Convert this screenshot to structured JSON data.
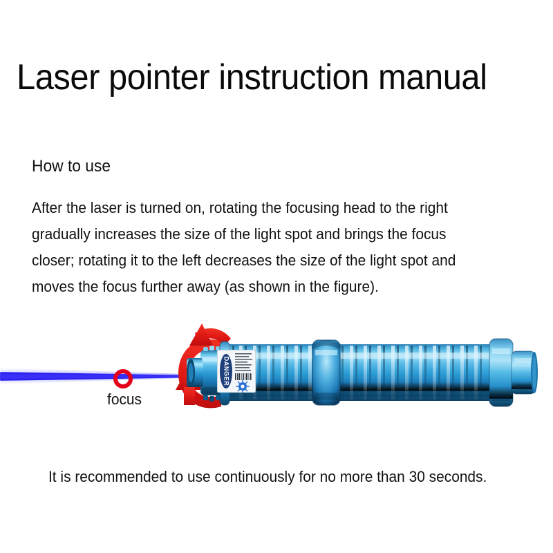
{
  "document": {
    "title": "Laser pointer instruction manual",
    "section_heading": "How to use",
    "body_lines": [
      "After the laser is turned on, rotating the focusing head to the right",
      " gradually increases the size of the light spot and brings the focus",
      "closer; rotating it to the left decreases the size of the light spot and",
      "moves the focus further away (as shown in the figure)."
    ],
    "footer_note": "It is recommended to use continuously for no more than 30 seconds."
  },
  "illustration": {
    "focus_label": "focus",
    "device_label": {
      "danger_text": "DANGER",
      "icon": "laser-burst-icon"
    },
    "icons": {
      "beam": "laser-beam-icon",
      "focus_marker": "focus-point-icon",
      "rotation": "rotation-arrow-icon",
      "device": "laser-pointer-icon"
    }
  },
  "colors": {
    "beam_blue": "#2a23ef",
    "marker_red": "#e3021a",
    "arrow_red": "#e21b16",
    "body_blue": "#2e9fd6",
    "body_blue_dark": "#1b6fa8",
    "body_blue_light": "#8fd6f2",
    "text_black": "#111111",
    "background": "#ffffff"
  }
}
